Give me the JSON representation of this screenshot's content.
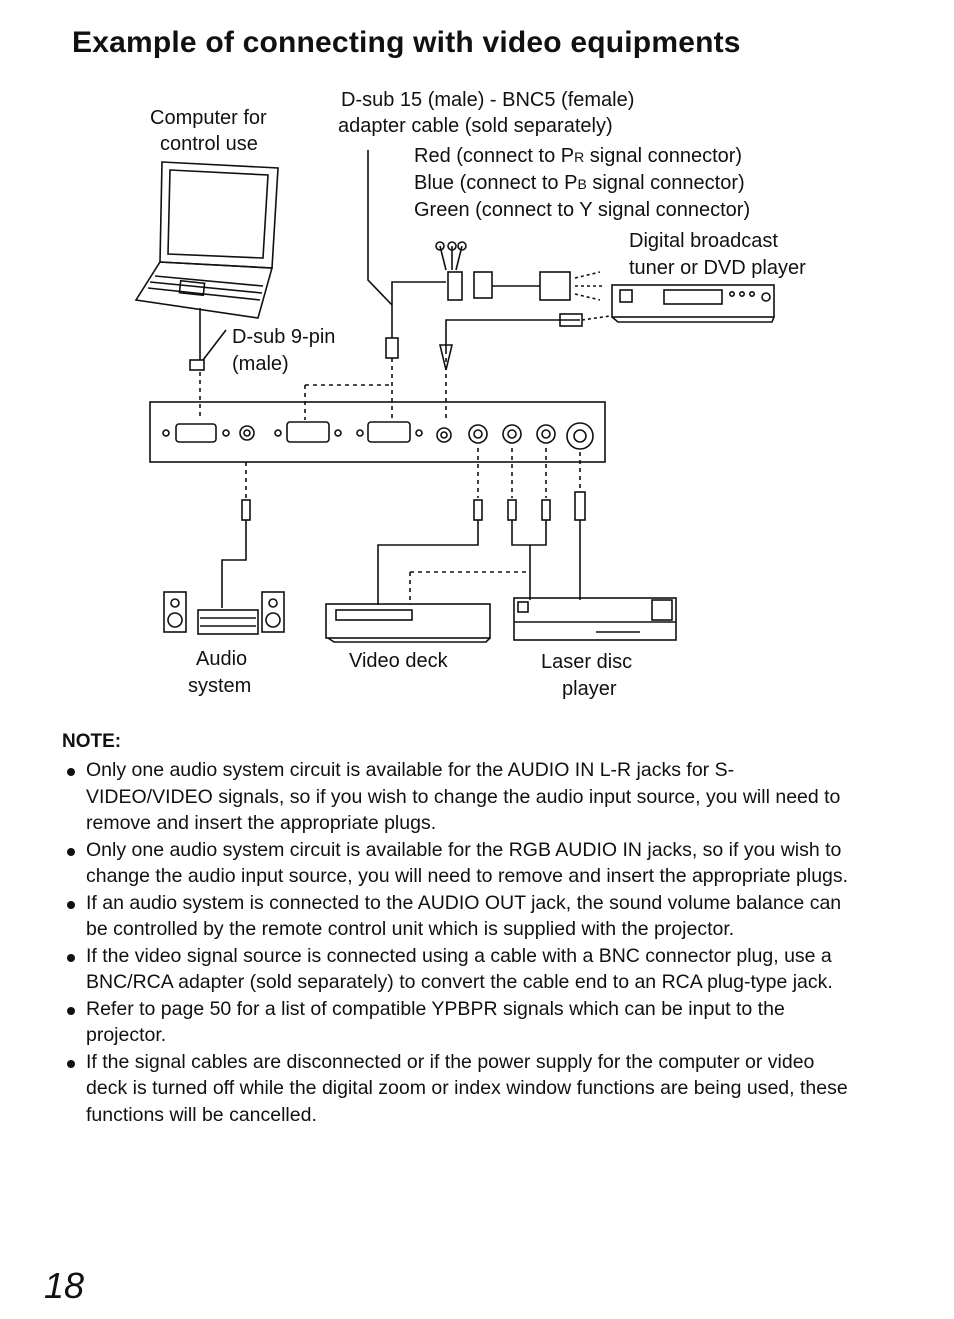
{
  "title": "Example of connecting with video equipments",
  "labels": {
    "computer_line1": "Computer for",
    "computer_line2": "control use",
    "adapter_line1": "D-sub 15 (male) - BNC5 (female)",
    "adapter_line2": "adapter cable (sold separately)",
    "red_prefix": "Red (connect to P",
    "red_sub": "R",
    "red_suffix": " signal connector)",
    "blue_prefix": "Blue (connect to P",
    "blue_sub": "B",
    "blue_suffix": " signal connector)",
    "green": "Green (connect to Y signal connector)",
    "tuner_line1": "Digital broadcast",
    "tuner_line2": "tuner or DVD player",
    "dsub_line1": "D-sub 9-pin",
    "dsub_line2": "(male)",
    "audio_line1": "Audio",
    "audio_line2": "system",
    "video_deck": "Video deck",
    "laser_line1": "Laser disc",
    "laser_line2": "player"
  },
  "note": {
    "heading": "NOTE:",
    "items": [
      "Only one audio system circuit is available for the AUDIO IN L-R jacks for S-VIDEO/VIDEO signals, so if you wish to change the audio input source, you will need to remove and insert the appropriate plugs.",
      "Only one audio system circuit is available for the RGB AUDIO IN jacks, so if you wish to change the audio input source, you will need to remove and insert the appropriate plugs.",
      "If an audio system is connected to the AUDIO OUT jack, the sound volume balance can be controlled by the remote control unit which is supplied with the projector.",
      "If the video signal source is connected using a cable with a BNC connector plug, use a BNC/RCA adapter (sold separately) to convert the cable end to an RCA plug-type jack.",
      "Refer to page 50 for a list of compatible YPBPR signals which can be input to the projector.",
      "If the signal cables are disconnected or if the power supply for the computer or video deck is turned off while the digital zoom or index window functions are being used, these functions will be cancelled."
    ]
  },
  "page_number": "18",
  "icons": [
    "laptop-icon",
    "dvd-player-icon",
    "projector-panel-icon",
    "speaker-icon",
    "amplifier-icon",
    "video-deck-icon",
    "laser-disc-player-icon",
    "bnc-connector-icon",
    "rca-plug-icon"
  ]
}
